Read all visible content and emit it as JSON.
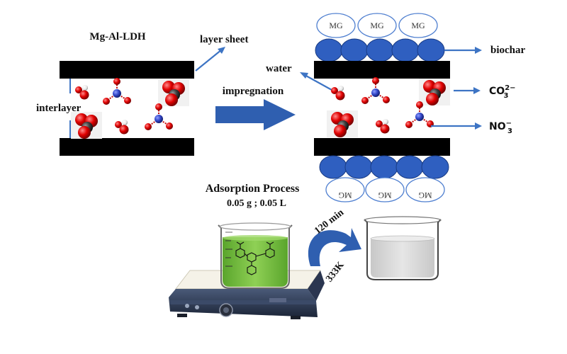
{
  "labels": {
    "ldh_title": "Mg-Al-LDH",
    "layer_sheet": "layer sheet",
    "interlayer": "interlayer",
    "impregnation": "impregnation",
    "water": "water",
    "biochar": "biochar",
    "carbonate_base": "CO",
    "carbonate_sub": "3",
    "carbonate_sup": "2−",
    "nitrate_base": "NO",
    "nitrate_sub": "3",
    "nitrate_sup": "−",
    "mg": "MG",
    "adsorption_title": "Adsorption Process",
    "adsorption_params": "0.05 g ; 0.05 L",
    "time": "120 min",
    "temperature": "333K"
  },
  "colors": {
    "layer": "#000000",
    "biochar_particle": "#2f5fc0",
    "arrow": "#3d74c4",
    "oxygen": "#d40000",
    "carbon": "#404040",
    "nitrogen": "#3346c8",
    "hydrogen": "#f2f2f2",
    "solution": "#7bc143",
    "solution_after": "#d8d8d8"
  },
  "icons": [
    "water-molecule-icon",
    "nitrate-molecule-icon",
    "carbonate-molecule-icon",
    "beaker-icon",
    "hotplate-stirrer-icon",
    "curved-arrow-icon",
    "crystal-violet-structure-icon"
  ]
}
